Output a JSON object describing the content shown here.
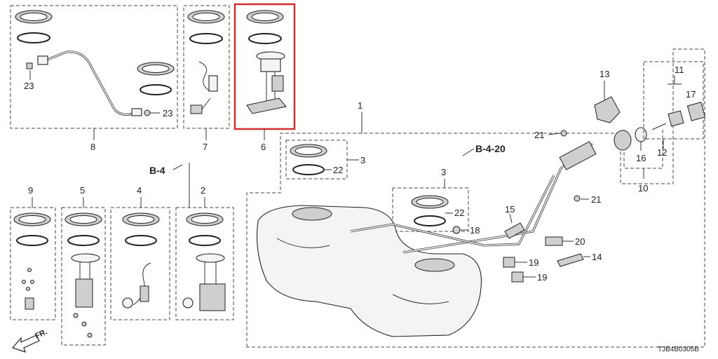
{
  "highlight_color": "#d32f2f",
  "callouts": {
    "n1": "1",
    "n2": "2",
    "n3a": "3",
    "n3b": "3",
    "n4": "4",
    "n5": "5",
    "n6": "6",
    "n7": "7",
    "n8": "8",
    "n9": "9",
    "n10": "10",
    "n11": "11",
    "n12": "12",
    "n13": "13",
    "n14": "14",
    "n15": "15",
    "n16": "16",
    "n17": "17",
    "n18": "18",
    "n19a": "19",
    "n19b": "19",
    "n20": "20",
    "n21a": "21",
    "n21b": "21",
    "n22a": "22",
    "n22b": "22",
    "n23a": "23",
    "n23b": "23"
  },
  "references": {
    "b4_20": "B-4-20",
    "b4": "B-4"
  },
  "direction_label": "FR.",
  "diagram_code": "TJB4B0305B"
}
